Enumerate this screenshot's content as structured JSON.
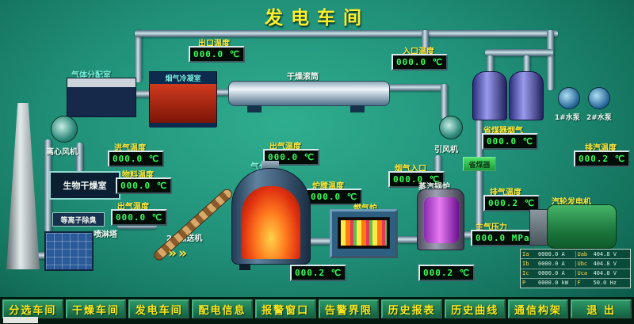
{
  "title": "发电车间",
  "colors": {
    "accent_yellow": "#ffe83a",
    "display_green": "#38ff5c",
    "label_cyan": "#7af0dc",
    "bg_teal": "#219079"
  },
  "equipment": {
    "gas_distribution": "气体分配室",
    "condenser": "烟气冷凝室",
    "drying_drum": "干燥滚筒",
    "centrifugal_fan": "离心风机",
    "bio_drying_room": "生物干燥室",
    "plasma_deodor": "等离子除臭",
    "spray_tower": "喷淋塔",
    "gasifier": "气化炉",
    "conveyor2": "2#输送机",
    "gas_furnace": "燃气炉",
    "steam_boiler": "蒸汽锅炉",
    "induced_fan": "引风机",
    "economizer": "省煤器",
    "turbine_generator": "汽轮发电机",
    "pump1": "1#水泵",
    "pump2": "2#水泵"
  },
  "gauges": {
    "outlet_temp_top": {
      "label": "出口温度",
      "value": "000.0 ℃"
    },
    "inlet_temp_top": {
      "label": "入口温度",
      "value": "000.0 ℃"
    },
    "intake_temp": {
      "label": "进气温度",
      "value": "000.0 ℃"
    },
    "material_temp": {
      "label": "物料温度",
      "value": "000.0 ℃"
    },
    "left_outlet_temp": {
      "label": "出气温度",
      "value": "000.0 ℃"
    },
    "gasifier_outlet_temp": {
      "label": "出气温度",
      "value": "000.0 ℃"
    },
    "furnace_chamber_temp": {
      "label": "炉膛温度",
      "value": "000.0 ℃"
    },
    "gas_furnace_temp": {
      "value": "000.2 ℃"
    },
    "boiler_temp": {
      "value": "000.2 ℃"
    },
    "flue_inlet": {
      "label": "烟气入口",
      "value": "000.0 ℃"
    },
    "economizer_flue": {
      "label": "省煤器烟气",
      "value": "000.0 ℃"
    },
    "exhaust_temp": {
      "label": "排气温度",
      "value": "000.2 ℃"
    },
    "main_steam_pressure": {
      "label": "主气压力",
      "value": "000.0 MPa"
    },
    "exhaust_steam_temp": {
      "label": "排汽温度",
      "value": "000.2 ℃"
    }
  },
  "generator_table": {
    "rows": [
      {
        "c1": "Ia",
        "v1": "0000.0 A",
        "c2": "Uab",
        "v2": "404.8 V"
      },
      {
        "c1": "Ib",
        "v1": "0000.0 A",
        "c2": "Ubc",
        "v2": "404.8 V"
      },
      {
        "c1": "Ic",
        "v1": "0000.0 A",
        "c2": "Uca",
        "v2": "404.8 V"
      },
      {
        "c1": "P",
        "v1": "0000.0 kW",
        "c2": "F",
        "v2": "50.0 Hz"
      }
    ]
  },
  "nav": {
    "items": [
      {
        "label": "分选车间"
      },
      {
        "label": "干燥车间"
      },
      {
        "label": "发电车间"
      },
      {
        "label": "配电信息"
      },
      {
        "label": "报警窗口"
      },
      {
        "label": "告警界限"
      },
      {
        "label": "历史报表"
      },
      {
        "label": "历史曲线"
      },
      {
        "label": "通信构架"
      },
      {
        "label": "退 出"
      }
    ]
  },
  "misc": {
    "arrows": "»»"
  }
}
